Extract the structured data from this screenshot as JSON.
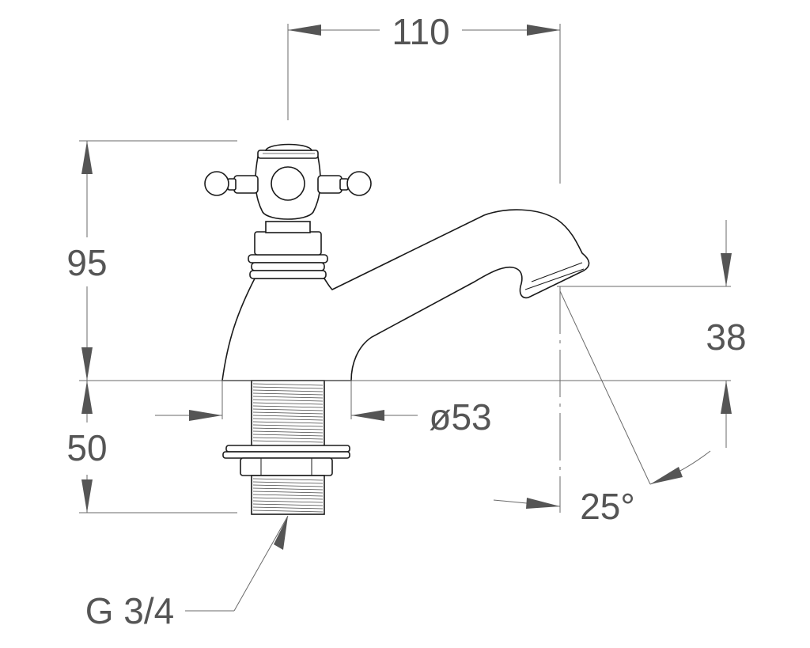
{
  "drawing": {
    "subject": "",
    "dimensions": {
      "width_top": "110",
      "height_body": "95",
      "height_shank": "50",
      "spout_height": "38",
      "base_diameter": "ø53",
      "spout_angle": "25°",
      "thread": "G 3/4"
    }
  },
  "colors": {
    "line": "#1a1a1a",
    "dimension": "#555555",
    "background": "#ffffff"
  }
}
